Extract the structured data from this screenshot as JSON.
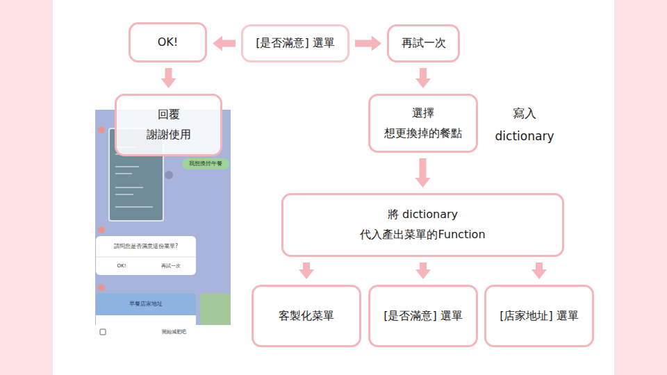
{
  "diagram": {
    "nodes": [
      {
        "text": [
          "OK!"
        ]
      },
      {
        "text": [
          "[是否滿意] 選單"
        ]
      },
      {
        "text": [
          "再試一次"
        ]
      },
      {
        "text": [
          "回覆",
          "謝謝使用"
        ]
      },
      {
        "text": [
          "選擇",
          "想更換掉的餐點"
        ]
      },
      {
        "text": [
          "將 dictionary",
          "代入產出菜單的Function"
        ]
      },
      {
        "text": [
          "客製化菜單"
        ]
      },
      {
        "text": [
          "[是否滿意] 選單"
        ]
      },
      {
        "text": [
          "[店家地址] 選單"
        ]
      }
    ],
    "edges": [
      {
        "from": 1,
        "to": 0,
        "arrow": "to"
      },
      {
        "from": 1,
        "to": 2,
        "arrow": "to"
      },
      {
        "from": 0,
        "to": 3,
        "arrow": "to"
      },
      {
        "from": 2,
        "to": 4,
        "arrow": "to"
      },
      {
        "from": 4,
        "to": 5,
        "arrow": "to"
      },
      {
        "from": 5,
        "to": 6,
        "arrow": "to"
      },
      {
        "from": 5,
        "to": 7,
        "arrow": "to"
      },
      {
        "from": 5,
        "to": 8,
        "arrow": "to"
      }
    ],
    "labels": [
      "寫入",
      "dictionary",
      "我想換掉午餐",
      "請問您是否滿意這份菜單?",
      "OK!",
      "再試一次",
      "早餐店家地址",
      "開始減肥吧"
    ]
  }
}
